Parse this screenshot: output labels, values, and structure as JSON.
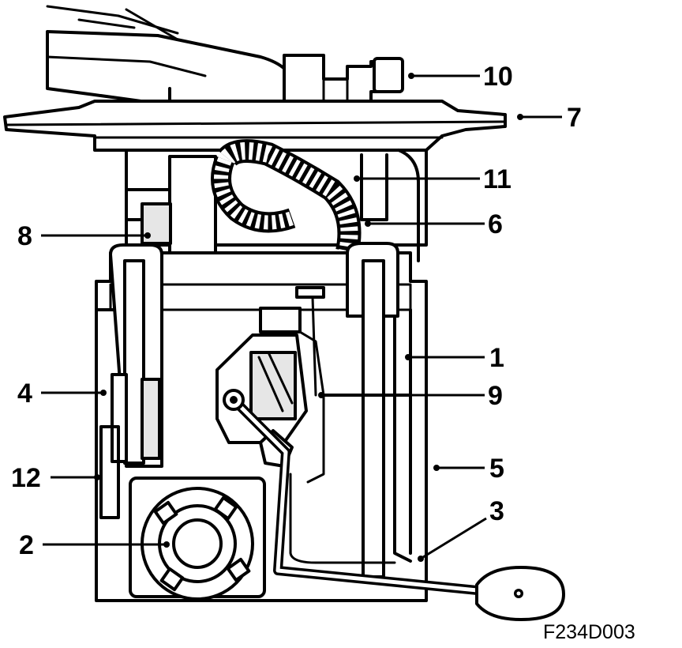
{
  "figure_id": "F234D003",
  "callouts": [
    {
      "number": "10"
    },
    {
      "number": "7"
    },
    {
      "number": "11"
    },
    {
      "number": "6"
    },
    {
      "number": "8"
    },
    {
      "number": "1"
    },
    {
      "number": "4"
    },
    {
      "number": "9"
    },
    {
      "number": "12"
    },
    {
      "number": "5"
    },
    {
      "number": "3"
    },
    {
      "number": "2"
    }
  ]
}
